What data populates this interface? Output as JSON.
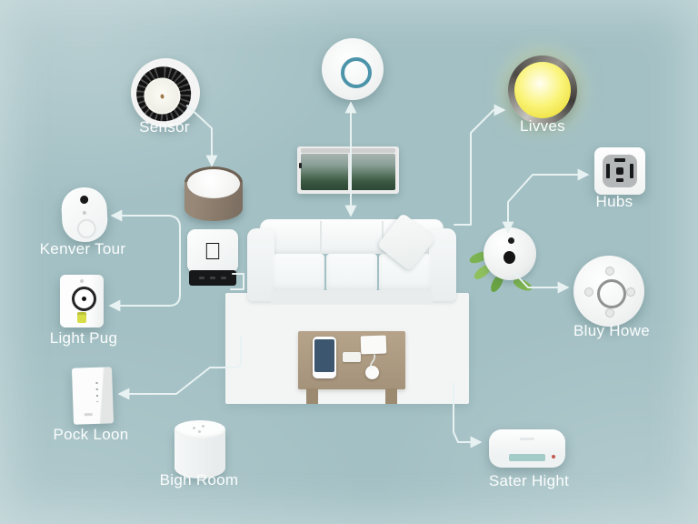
{
  "diagram": {
    "description": "smart home devices illustration around a living room",
    "labels": {
      "sensor": "Sensor",
      "livves": "Livves",
      "hubs": "Hubs",
      "kenver_tour": "Kenver Tour",
      "light_pug": "Light Pug",
      "pock_loon": "Pock Loon",
      "bigh_room": "Bigh Room",
      "bluy_howe": "Bluy Howe",
      "sater_hight": "Sater Hight"
    },
    "devices": [
      {
        "id": "sensor",
        "label": "Sensor",
        "icon": "smoke-sensor-icon"
      },
      {
        "id": "ceiling-disc",
        "label": "",
        "icon": "wifi-disc-icon"
      },
      {
        "id": "livves",
        "label": "Livves",
        "icon": "light-bulb-icon"
      },
      {
        "id": "hubs",
        "label": "Hubs",
        "icon": "smart-outlet-icon"
      },
      {
        "id": "bluy-howe",
        "label": "Bluy Howe",
        "icon": "smart-dial-icon"
      },
      {
        "id": "kenver-tour",
        "label": "Kenver Tour",
        "icon": "doorbell-camera-icon"
      },
      {
        "id": "light-pug",
        "label": "Light Pug",
        "icon": "wall-plug-icon"
      },
      {
        "id": "pock-loon",
        "label": "Pock Loon",
        "icon": "tower-hub-icon"
      },
      {
        "id": "bigh-room",
        "label": "Bigh Room",
        "icon": "cylinder-speaker-icon"
      },
      {
        "id": "sater-hight",
        "label": "Sater Hight",
        "icon": "router-icon"
      }
    ],
    "scene_items": [
      "tv-landscape",
      "sofa",
      "throw-pillow",
      "rug",
      "coffee-table",
      "smartphone",
      "remote",
      "paper-card",
      "mouse",
      "mac-mini",
      "speaker-pot",
      "plant-camera"
    ],
    "apple_logo": "",
    "connections": [
      {
        "from": "sensor",
        "to": "speaker-pot",
        "arrow": "end"
      },
      {
        "from": "ceiling-disc",
        "to": "sofa",
        "arrow": "both"
      },
      {
        "from": "sofa",
        "to": "livves",
        "arrow": "end"
      },
      {
        "from": "plant-camera",
        "to": "hubs",
        "arrow": "both"
      },
      {
        "from": "plant-camera",
        "to": "bluy-howe",
        "arrow": "end"
      },
      {
        "from": "kenver-tour",
        "to": "light-pug",
        "arrow": "both"
      },
      {
        "from": "rug",
        "to": "pock-loon",
        "arrow": "end"
      },
      {
        "from": "rug",
        "to": "sater-hight",
        "arrow": "end"
      }
    ],
    "colors": {
      "background": "#a3c0c4",
      "connector": "#e9f2f2",
      "label_text": "#fbfdfd",
      "bulb_yellow": "#faf478",
      "accent_teal_ring": "#4b94a9",
      "table_tan": "#b6a38a",
      "leaf_green": "#7cb350",
      "phone_screen": "#3d566f",
      "router_strip": "#a3cbc7"
    }
  }
}
